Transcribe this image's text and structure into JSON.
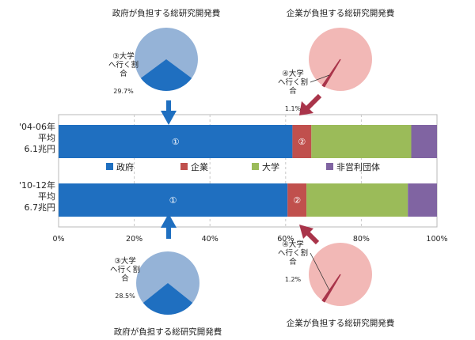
{
  "chart_data": {
    "type": "bar",
    "orientation": "horizontal",
    "stacked": true,
    "percent_scale": true,
    "xlim": [
      0,
      100
    ],
    "x_ticks": [
      "0%",
      "20%",
      "40%",
      "60%",
      "80%",
      "100%"
    ],
    "grid": "vertical dashed",
    "categories": [
      "'04-06年\n平均\n6.1兆円",
      "'10-12年\n平均\n6.7兆円"
    ],
    "series": [
      {
        "name": "政府",
        "color": "#1f6fc0",
        "values": [
          61.8,
          60.5
        ],
        "marker": "①"
      },
      {
        "name": "企業",
        "color": "#c0504d",
        "values": [
          5.0,
          5.0
        ],
        "marker": "②"
      },
      {
        "name": "大学",
        "color": "#9bbb59",
        "values": [
          26.4,
          26.8
        ]
      },
      {
        "name": "非営利団体",
        "color": "#8064a2",
        "values": [
          6.8,
          7.7
        ]
      }
    ],
    "legend": {
      "placement": "between bars"
    },
    "pies": [
      {
        "title": "政府が負担する総研究開発費",
        "slice_label": "③大学\nへ行く割\n合",
        "percent_label": "29.7%",
        "share": 29.7,
        "base_color": "#95b3d7",
        "slice_color": "#1f6fc0",
        "applies_to": "'04-06年"
      },
      {
        "title": "企業が負担する総研究開発費",
        "slice_label": "④大学\nへ行く割\n合",
        "percent_label": "1.1%",
        "share": 1.1,
        "base_color": "#f2b8b6",
        "slice_color": "#a9344a",
        "applies_to": "'04-06年"
      },
      {
        "title": "政府が負担する総研究開発費",
        "slice_label": "③大学\nへ行く割\n合",
        "percent_label": "28.5%",
        "share": 28.5,
        "base_color": "#95b3d7",
        "slice_color": "#1f6fc0",
        "applies_to": "'10-12年"
      },
      {
        "title": "企業が負担する総研究開発費",
        "slice_label": "④大学\nへ行く割\n合",
        "percent_label": "1.2%",
        "share": 1.2,
        "base_color": "#f2b8b6",
        "slice_color": "#a9344a",
        "applies_to": "'10-12年"
      }
    ]
  }
}
